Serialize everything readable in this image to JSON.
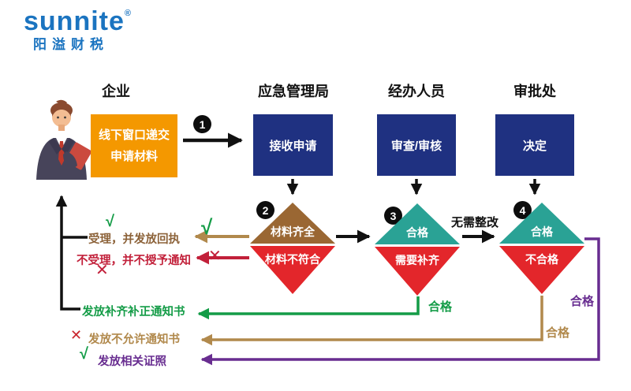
{
  "brand": {
    "name": "sunnite",
    "registered": "®",
    "subtitle": "阳溢财税"
  },
  "columns": [
    {
      "label": "企业"
    },
    {
      "label": "应急管理局"
    },
    {
      "label": "经办人员"
    },
    {
      "label": "审批处"
    }
  ],
  "nodes": {
    "submit": {
      "line1": "线下窗口递交",
      "line2": "申请材料"
    },
    "receive": {
      "label": "接收申请"
    },
    "review": {
      "label": "审查/审核"
    },
    "decide": {
      "label": "决定"
    }
  },
  "steps": {
    "one": "1",
    "two": "2",
    "three": "3",
    "four": "4"
  },
  "diamonds": {
    "d2": {
      "top": "材料齐全",
      "bottom": "材料不符合"
    },
    "d3": {
      "top": "合格",
      "bottom": "需要补齐"
    },
    "d4": {
      "top": "合格",
      "bottom": "不合格"
    }
  },
  "labels": {
    "no_rectify": "无需整改",
    "accept": "受理，并发放回执",
    "reject": "不受理，并不授予通知",
    "issue_supplement": "发放补齐补正通知书",
    "issue_disallow": "发放不允许通知书",
    "issue_license": "发放相关证照",
    "qualified_green": "合格",
    "qualified_tan": "合格",
    "qualified_purple": "合格"
  },
  "marks": {
    "check": "√",
    "cross": "✕"
  },
  "colors": {
    "brand_blue": "#1B74C0",
    "navy": "#1F3181",
    "orange": "#F49800",
    "brown": "#9A6733",
    "red": "#E3262B",
    "teal": "#2AA295",
    "tan": "#B1894C",
    "crimson": "#C2203A",
    "green": "#149C47",
    "purple": "#682D90",
    "black": "#111111"
  }
}
